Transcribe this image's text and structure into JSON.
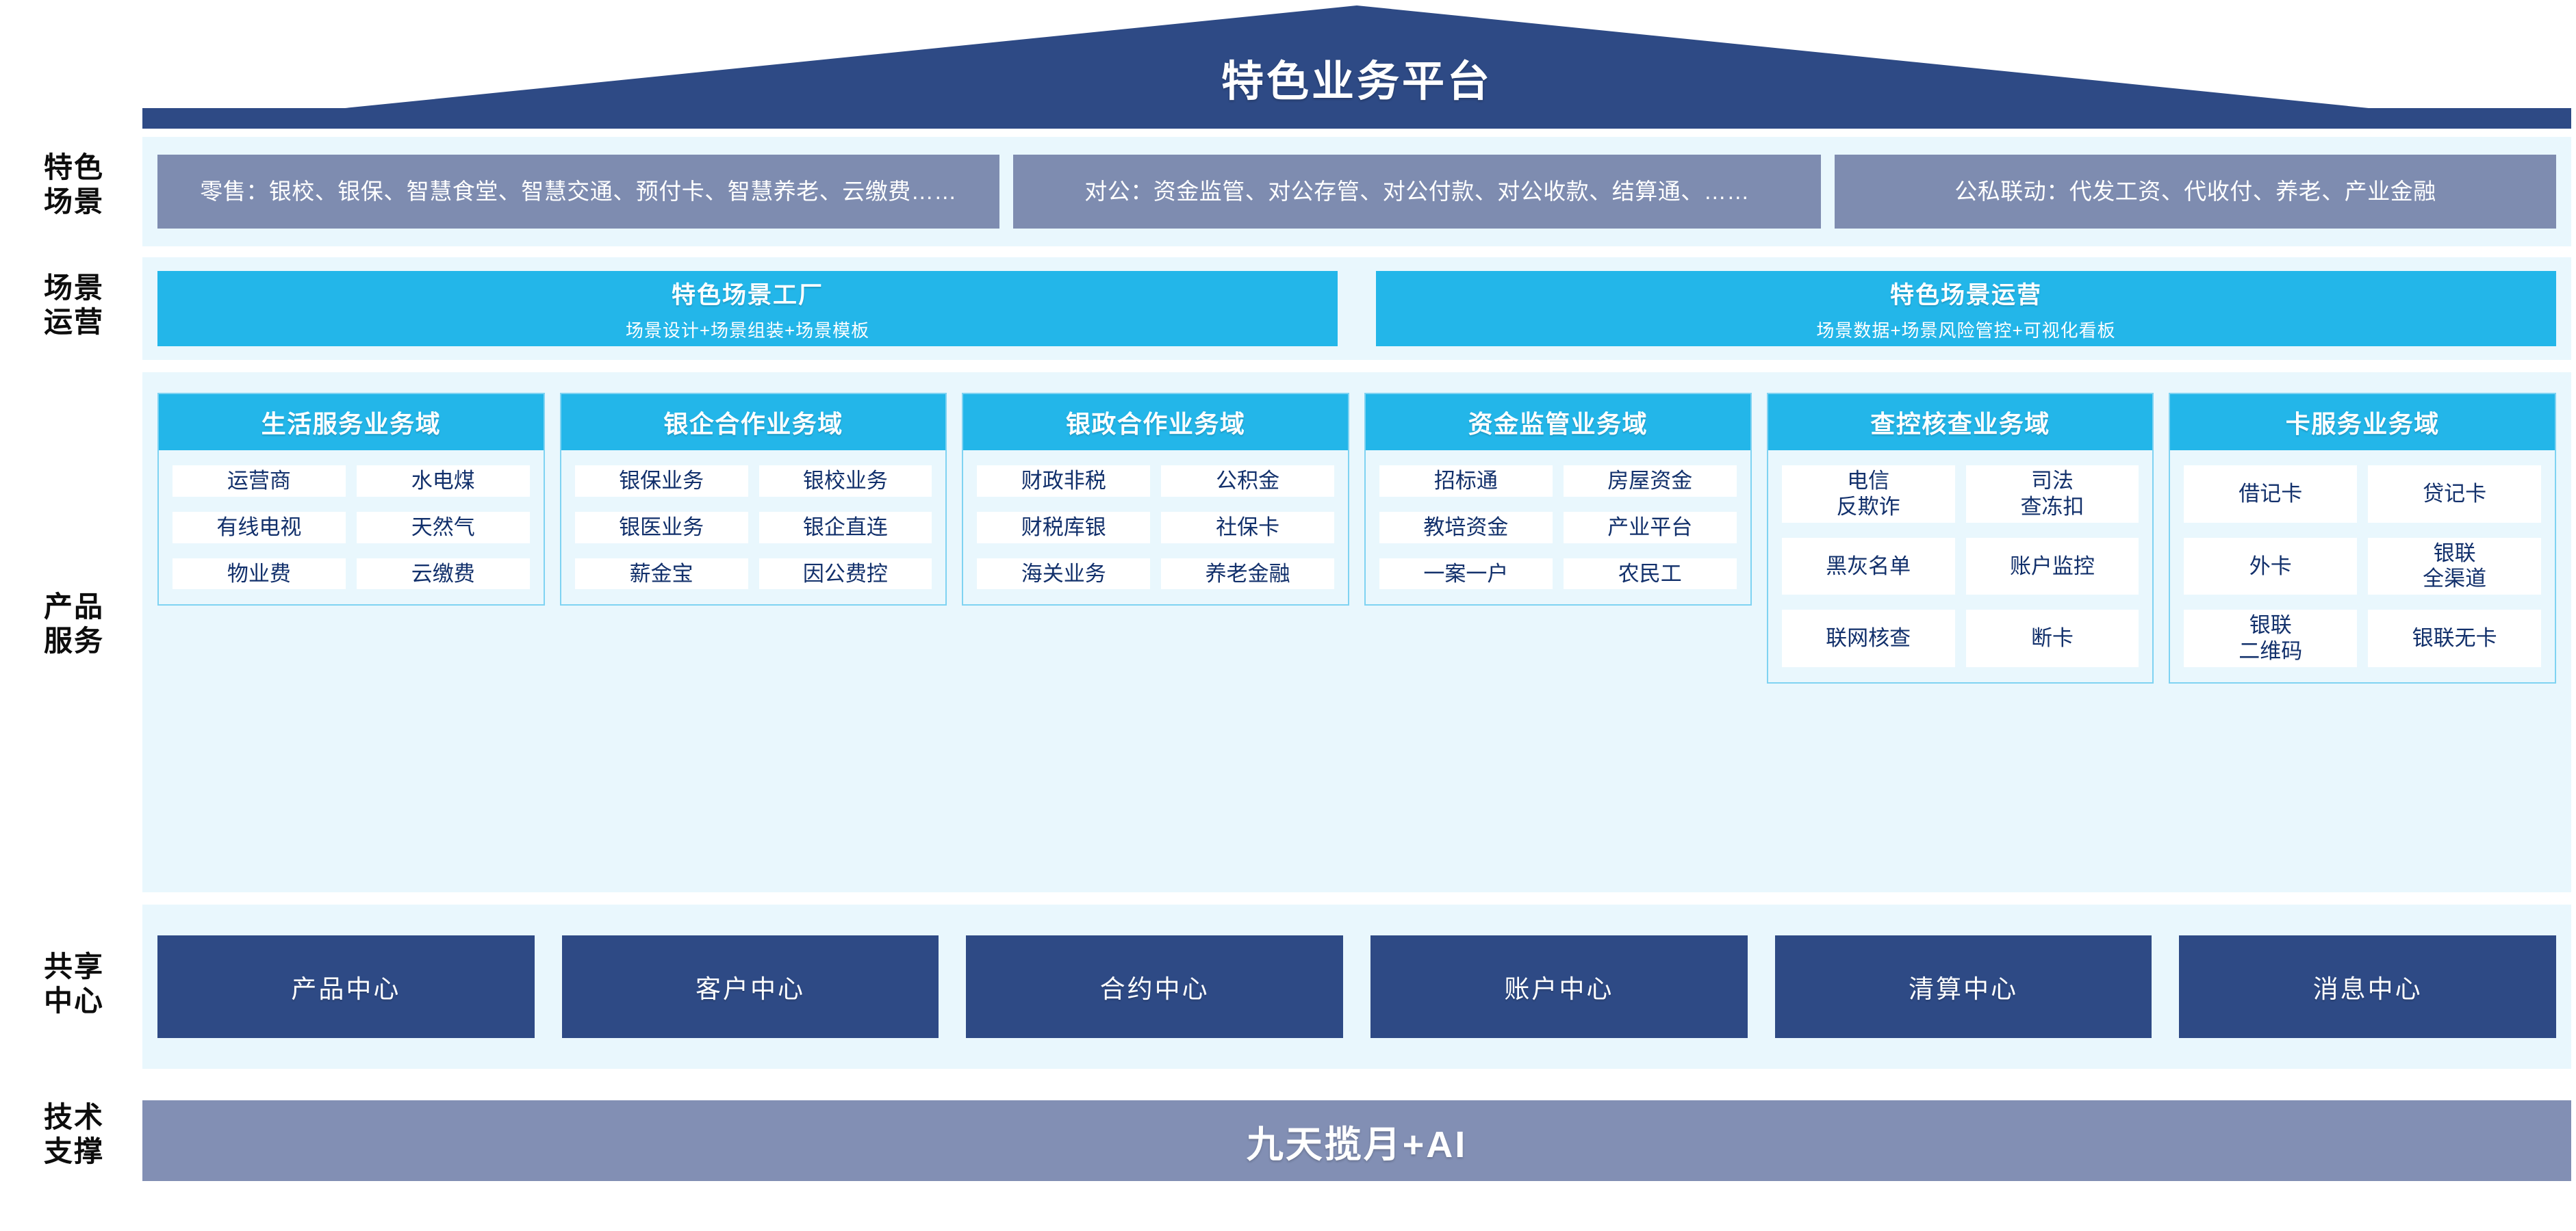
{
  "header": {
    "title": "特色业务平台",
    "roof_color": "#2e4a85"
  },
  "rail_labels": {
    "scene": "特色\n场景",
    "operations": "场景\n运营",
    "products": "产品\n服务",
    "shared": "共享\n中心",
    "tech": "技术\n支撑"
  },
  "scenarios": [
    {
      "text": "零售：银校、银保、智慧食堂、智慧交通、预付卡、智慧养老、云缴费……"
    },
    {
      "text": "对公：资金监管、对公存管、对公付款、对公收款、结算通、……"
    },
    {
      "text": "公私联动：代发工资、代收付、养老、产业金融"
    }
  ],
  "operations": [
    {
      "title": "特色场景工厂",
      "subtitle": "场景设计+场景组装+场景模板"
    },
    {
      "title": "特色场景运营",
      "subtitle": "场景数据+场景风险管控+可视化看板"
    }
  ],
  "domains": [
    {
      "title": "生活服务业务域",
      "items": [
        "运营商",
        "水电煤",
        "有线电视",
        "天然气",
        "物业费",
        "云缴费"
      ]
    },
    {
      "title": "银企合作业务域",
      "items": [
        "银保业务",
        "银校业务",
        "银医业务",
        "银企直连",
        "薪金宝",
        "因公费控"
      ]
    },
    {
      "title": "银政合作业务域",
      "items": [
        "财政非税",
        "公积金",
        "财税库银",
        "社保卡",
        "海关业务",
        "养老金融"
      ]
    },
    {
      "title": "资金监管业务域",
      "items": [
        "招标通",
        "房屋资金",
        "教培资金",
        "产业平台",
        "一案一户",
        "农民工"
      ]
    },
    {
      "title": "查控核查业务域",
      "items": [
        "电信\n反欺诈",
        "司法\n查冻扣",
        "黑灰名单",
        "账户监控",
        "联网核查",
        "断卡"
      ]
    },
    {
      "title": "卡服务业务域",
      "items": [
        "借记卡",
        "贷记卡",
        "外卡",
        "银联\n全渠道",
        "银联\n二维码",
        "银联无卡"
      ]
    }
  ],
  "shared_centers": [
    "产品中心",
    "客户中心",
    "合约中心",
    "账户中心",
    "清算中心",
    "消息中心"
  ],
  "tech_support": {
    "label": "九天揽月+AI"
  },
  "colors": {
    "roof_navy": "#2e4a85",
    "band_bg": "#e9f7fd",
    "scene_box": "#7e8cb0",
    "cyan": "#23b6e9",
    "card_border": "#7fd3f2",
    "chip_text": "#12306b",
    "center_navy": "#2e4a85",
    "tech_bar": "#828fb4"
  }
}
